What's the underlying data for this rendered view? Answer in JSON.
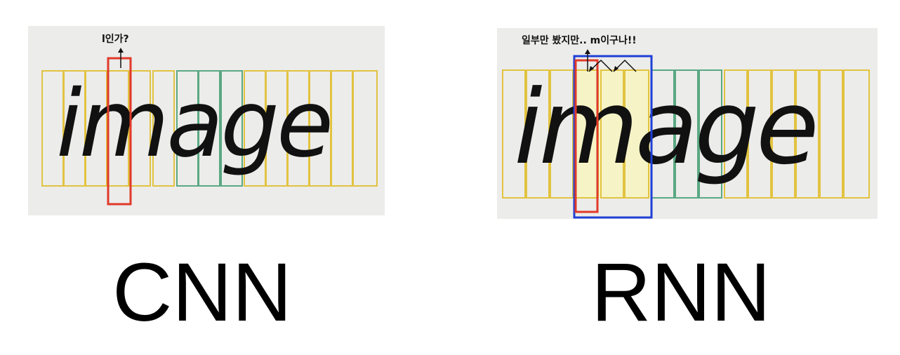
{
  "cnn": {
    "word": "image",
    "annotation": "l인가?",
    "caption": "CNN"
  },
  "rnn": {
    "word": "image",
    "annotation": "일부만 봤지만.. m이구나!!",
    "caption": "RNN"
  },
  "colors": {
    "background_paper": "#ececea",
    "strip_yellow": "#e2c340",
    "strip_green": "#5aa883",
    "highlight_red": "#e03a2a",
    "highlight_blue": "#1f3fd6",
    "highlight_fill": "#f6f4c6"
  }
}
